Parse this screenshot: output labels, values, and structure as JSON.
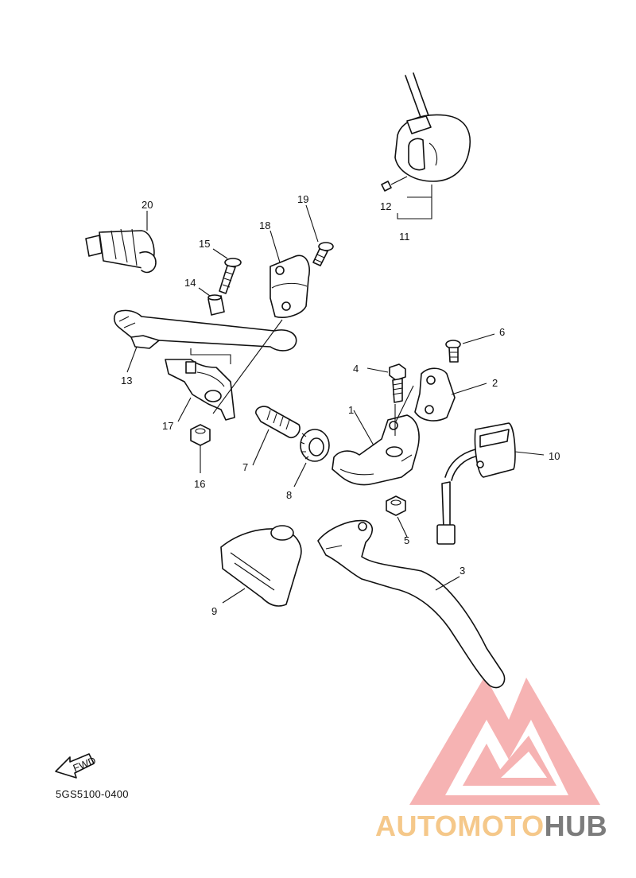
{
  "diagram": {
    "code": "5GS5100-0400",
    "fwd_label": "FWD",
    "callouts": [
      "1",
      "2",
      "3",
      "4",
      "5",
      "6",
      "7",
      "8",
      "9",
      "10",
      "11",
      "12",
      "13",
      "14",
      "15",
      "16",
      "17",
      "18",
      "19",
      "20"
    ]
  },
  "watermark": {
    "text_part1": "AUTOMOTO",
    "text_part2": "HUB",
    "color_primary": "#f5c88a",
    "color_secondary": "#7c7c7c",
    "logo_color": "#f08a8a"
  }
}
